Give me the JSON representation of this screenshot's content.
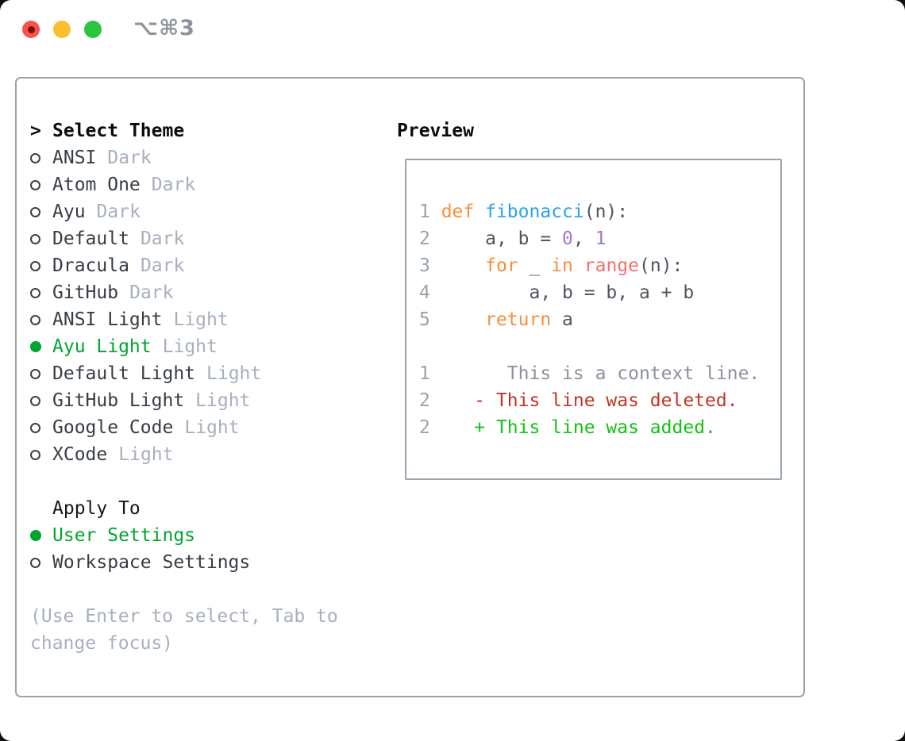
{
  "window": {
    "title": "⌥⌘3"
  },
  "titlebar": {
    "buttons": [
      "close",
      "minimize",
      "zoom"
    ]
  },
  "theme_picker": {
    "cursor": ">",
    "header": "Select Theme",
    "items": [
      {
        "name": "ANSI",
        "tag": "Dark",
        "selected": false
      },
      {
        "name": "Atom One",
        "tag": "Dark",
        "selected": false
      },
      {
        "name": "Ayu",
        "tag": "Dark",
        "selected": false
      },
      {
        "name": "Default",
        "tag": "Dark",
        "selected": false
      },
      {
        "name": "Dracula",
        "tag": "Dark",
        "selected": false
      },
      {
        "name": "GitHub",
        "tag": "Dark",
        "selected": false
      },
      {
        "name": "ANSI Light",
        "tag": "Light",
        "selected": false
      },
      {
        "name": "Ayu Light",
        "tag": "Light",
        "selected": true
      },
      {
        "name": "Default Light",
        "tag": "Light",
        "selected": false
      },
      {
        "name": "GitHub Light",
        "tag": "Light",
        "selected": false
      },
      {
        "name": "Google Code",
        "tag": "Light",
        "selected": false
      },
      {
        "name": "XCode",
        "tag": "Light",
        "selected": false
      }
    ]
  },
  "apply_to": {
    "header": "Apply To",
    "options": [
      {
        "label": "User Settings",
        "selected": true
      },
      {
        "label": "Workspace Settings",
        "selected": false
      }
    ]
  },
  "hint": "(Use Enter to select, Tab to change focus)",
  "preview": {
    "header": "Preview",
    "lines": [
      {
        "tokens": [
          {
            "t": "1 ",
            "c": "linenum"
          },
          {
            "t": "def",
            "c": "keyword"
          },
          {
            "t": " ",
            "c": "plain"
          },
          {
            "t": "fibonacci",
            "c": "function"
          },
          {
            "t": "(n):",
            "c": "plain"
          }
        ]
      },
      {
        "tokens": [
          {
            "t": "2 ",
            "c": "linenum"
          },
          {
            "t": "    a, b = ",
            "c": "plain"
          },
          {
            "t": "0",
            "c": "number"
          },
          {
            "t": ", ",
            "c": "plain"
          },
          {
            "t": "1",
            "c": "number"
          }
        ]
      },
      {
        "tokens": [
          {
            "t": "3 ",
            "c": "linenum"
          },
          {
            "t": "    ",
            "c": "plain"
          },
          {
            "t": "for",
            "c": "keyword"
          },
          {
            "t": " _ ",
            "c": "plain"
          },
          {
            "t": "in",
            "c": "keyword"
          },
          {
            "t": " ",
            "c": "plain"
          },
          {
            "t": "range",
            "c": "special"
          },
          {
            "t": "(n):",
            "c": "plain"
          }
        ]
      },
      {
        "tokens": [
          {
            "t": "4 ",
            "c": "linenum"
          },
          {
            "t": "        a, b = b, a + b",
            "c": "plain"
          }
        ]
      },
      {
        "tokens": [
          {
            "t": "5 ",
            "c": "linenum"
          },
          {
            "t": "    ",
            "c": "plain"
          },
          {
            "t": "return",
            "c": "keyword"
          },
          {
            "t": " a",
            "c": "plain"
          }
        ]
      },
      {
        "tokens": []
      },
      {
        "tokens": [
          {
            "t": "1 ",
            "c": "linenum"
          },
          {
            "t": "      This is a context line.",
            "c": "context"
          }
        ]
      },
      {
        "tokens": [
          {
            "t": "2 ",
            "c": "linenum"
          },
          {
            "t": "   - This line was deleted.",
            "c": "deleted"
          }
        ]
      },
      {
        "tokens": [
          {
            "t": "2 ",
            "c": "linenum"
          },
          {
            "t": "   + This line was added.",
            "c": "added"
          }
        ]
      }
    ]
  },
  "colors": {
    "accent_green": "#00a62e",
    "panel_border": "#99a3ae",
    "list_name": "#363d45",
    "list_tag": "#a7b0bc",
    "hint_text": "#a7b0bc",
    "title_gray": "#8d939a",
    "traffic_red": "#f4544d",
    "traffic_yellow": "#fcbd2f",
    "traffic_green": "#2dc53f",
    "syntax": {
      "linenum": "#99a3ad",
      "plain": "#4f565f",
      "keyword": "#f98d3e",
      "function": "#2aa3e8",
      "number": "#a37acc",
      "special": "#f0716e",
      "context": "#8b929b",
      "deleted": "#bf3626",
      "added": "#14c114"
    }
  }
}
